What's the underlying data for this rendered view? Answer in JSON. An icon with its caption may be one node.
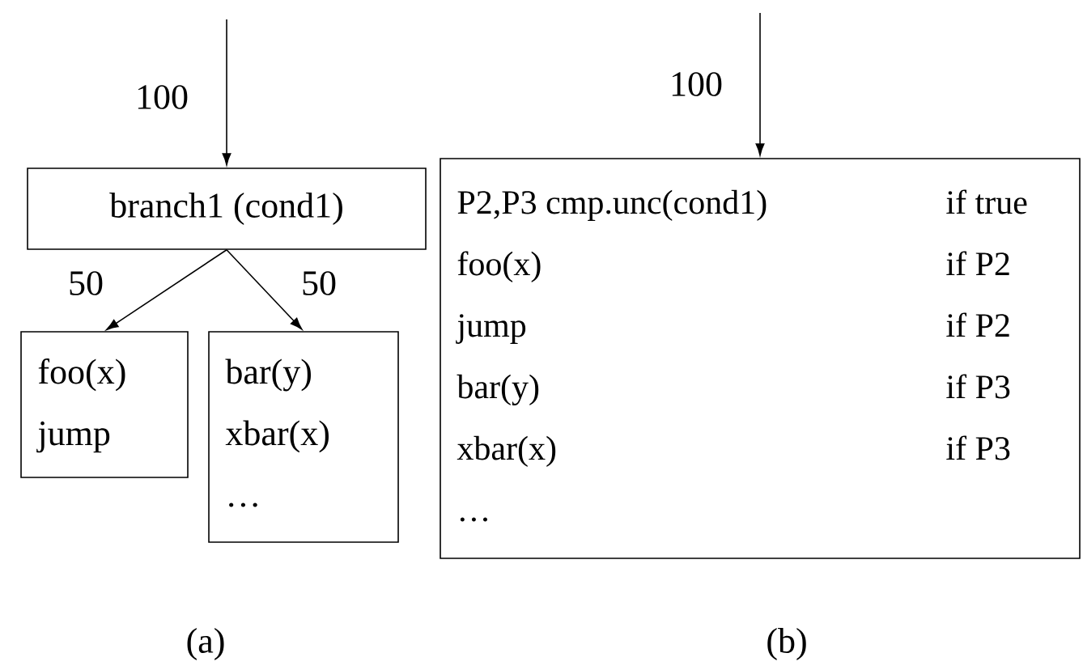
{
  "diagram": {
    "nodes": [
      {
        "text": [
          "branch1 (cond1)"
        ]
      },
      {
        "text": [
          "foo(x)",
          "jump"
        ]
      },
      {
        "text": [
          "bar(y)",
          "xbar(x)",
          "…"
        ]
      },
      {
        "text": [
          "P2,P3 cmp.unc(cond1)",
          "if true",
          "foo(x)",
          "if P2",
          "jump",
          "if P2",
          "bar(y)",
          "if P3",
          "xbar(x)",
          "if P3",
          "…"
        ]
      }
    ],
    "edges": [
      {
        "from": null,
        "to": 0,
        "arrow": "to",
        "label": "100"
      },
      {
        "from": 0,
        "to": 1,
        "arrow": "to",
        "label": "50"
      },
      {
        "from": 0,
        "to": 2,
        "arrow": "to",
        "label": "50"
      },
      {
        "from": null,
        "to": 3,
        "arrow": "to",
        "label": "100"
      }
    ],
    "labels": [
      "(a)",
      "(b)"
    ]
  }
}
